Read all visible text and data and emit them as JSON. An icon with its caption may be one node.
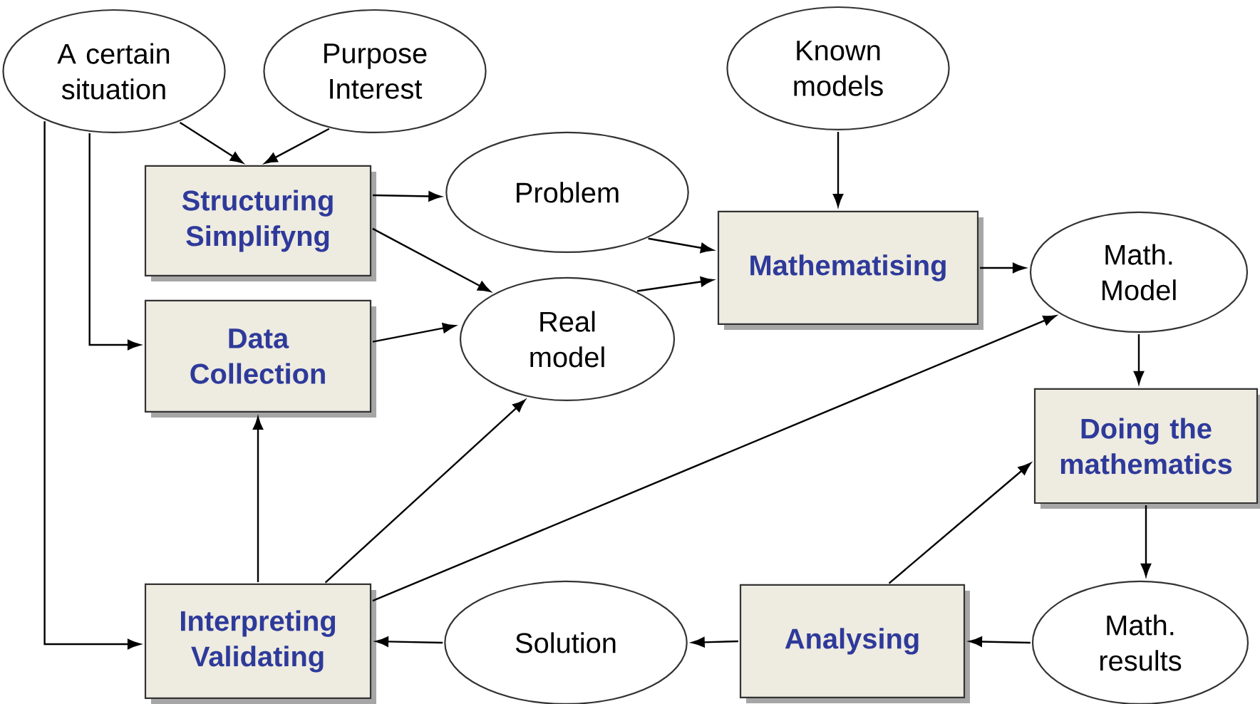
{
  "diagram": {
    "nodes": [
      {
        "text": [
          "A certain situation"
        ]
      },
      {
        "text": [
          "Purpose Interest"
        ]
      },
      {
        "text": [
          "Structuring Simplifyng"
        ]
      },
      {
        "text": [
          "Problem"
        ]
      },
      {
        "text": [
          "Data Collection"
        ]
      },
      {
        "text": [
          "Real model"
        ]
      },
      {
        "text": [
          "Known models"
        ]
      },
      {
        "text": [
          "Mathematising"
        ]
      },
      {
        "text": [
          "Math. Model"
        ]
      },
      {
        "text": [
          "Doing the mathematics"
        ]
      },
      {
        "text": [
          "Math. results"
        ]
      },
      {
        "text": [
          "Analysing"
        ]
      },
      {
        "text": [
          "Solution"
        ]
      },
      {
        "text": [
          "Interpreting Validating"
        ]
      }
    ],
    "edges": [
      {
        "from": 0,
        "to": 2,
        "arrow": "to"
      },
      {
        "from": 1,
        "to": 2,
        "arrow": "to"
      },
      {
        "from": 2,
        "to": 3,
        "arrow": "to"
      },
      {
        "from": 2,
        "to": 5,
        "arrow": "to"
      },
      {
        "from": 0,
        "to": 4,
        "arrow": "to"
      },
      {
        "from": 4,
        "to": 5,
        "arrow": "to"
      },
      {
        "from": 0,
        "to": 13,
        "arrow": "to"
      },
      {
        "from": 6,
        "to": 7,
        "arrow": "to"
      },
      {
        "from": 3,
        "to": 7,
        "arrow": "to"
      },
      {
        "from": 5,
        "to": 7,
        "arrow": "to"
      },
      {
        "from": 7,
        "to": 8,
        "arrow": "to"
      },
      {
        "from": 8,
        "to": 9,
        "arrow": "to"
      },
      {
        "from": 9,
        "to": 10,
        "arrow": "to"
      },
      {
        "from": 10,
        "to": 11,
        "arrow": "to"
      },
      {
        "from": 11,
        "to": 12,
        "arrow": "to"
      },
      {
        "from": 12,
        "to": 13,
        "arrow": "to"
      },
      {
        "from": 13,
        "to": 4,
        "arrow": "to"
      },
      {
        "from": 13,
        "to": 5,
        "arrow": "to"
      },
      {
        "from": 13,
        "to": 8,
        "arrow": "to"
      },
      {
        "from": 11,
        "to": 9,
        "arrow": "to"
      }
    ]
  }
}
